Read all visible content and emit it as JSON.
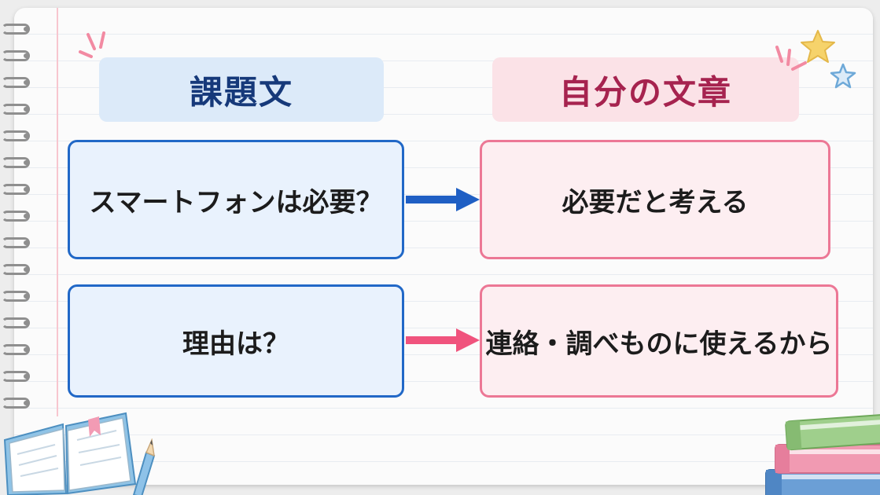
{
  "headers": {
    "task": "課題文",
    "own": "自分の文章"
  },
  "rows": [
    {
      "question": "スマートフォンは必要？",
      "answer": "必要だと考える"
    },
    {
      "question": "理由は？",
      "answer": "連絡・調べものに使えるから"
    }
  ],
  "colors": {
    "blue_accent": "#2168c7",
    "pink_accent": "#ec7795",
    "blue_header_text": "#16397a",
    "pink_header_text": "#a6234f",
    "blue_arrow": "#1f5fc4",
    "pink_arrow": "#f0537d"
  },
  "icons": [
    "star-icon",
    "star-outline-icon",
    "sparkle-icon",
    "open-book-icon",
    "pencil-icon",
    "book-stack-icon",
    "spiral-binding-icon"
  ]
}
